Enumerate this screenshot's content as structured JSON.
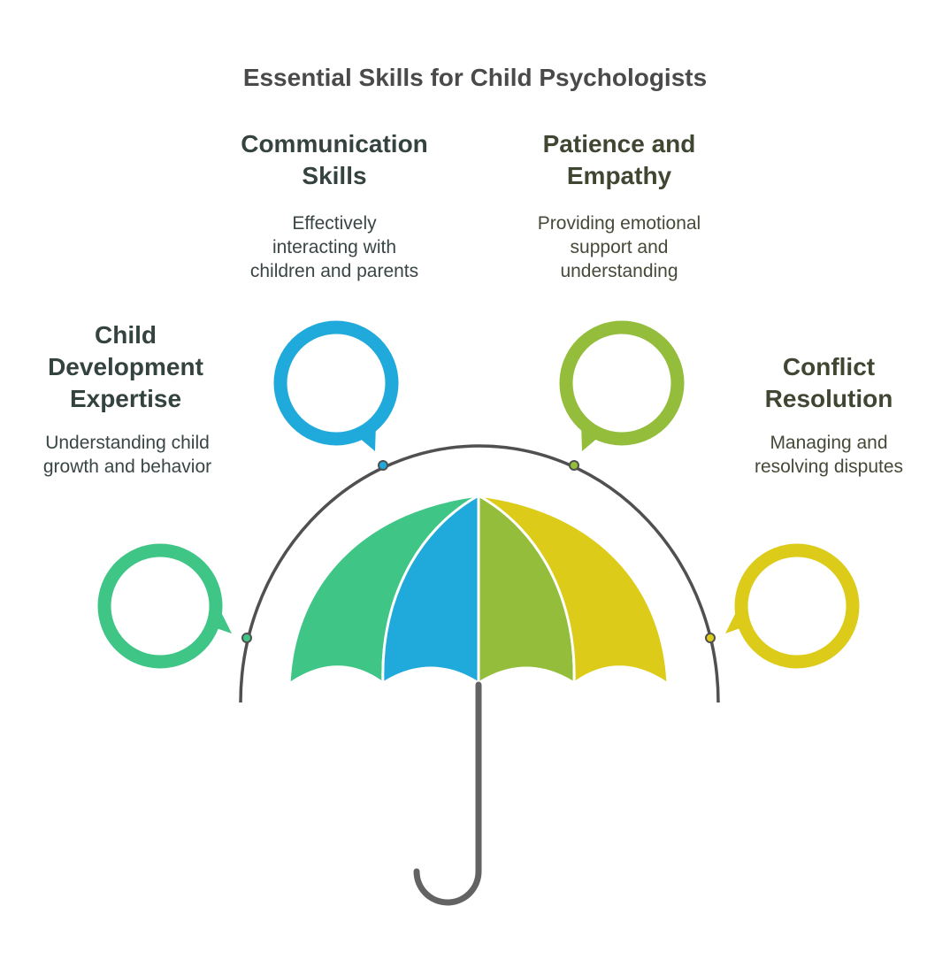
{
  "title": "Essential Skills for Child Psychologists",
  "colors": {
    "green": "#3fc586",
    "blue": "#20a9db",
    "lime": "#93bd3b",
    "yellow": "#dccb18",
    "arc": "#505050",
    "handle": "#636363",
    "heading_dark": "#34433f",
    "heading_olive": "#3f4631"
  },
  "skills": [
    {
      "heading_line1": "Child",
      "heading_line2": "Development",
      "heading_line3": "Expertise",
      "desc_line1": "Understanding child",
      "desc_line2": "growth and behavior",
      "color": "#3fc586"
    },
    {
      "heading_line1": "Communication",
      "heading_line2": "Skills",
      "desc_line1": "Effectively",
      "desc_line2": "interacting with",
      "desc_line3": "children and parents",
      "color": "#20a9db"
    },
    {
      "heading_line1": "Patience and",
      "heading_line2": "Empathy",
      "desc_line1": "Providing emotional",
      "desc_line2": "support and",
      "desc_line3": "understanding",
      "color": "#93bd3b"
    },
    {
      "heading_line1": "Conflict",
      "heading_line2": "Resolution",
      "desc_line1": "Managing and",
      "desc_line2": "resolving disputes",
      "color": "#dccb18"
    }
  ]
}
